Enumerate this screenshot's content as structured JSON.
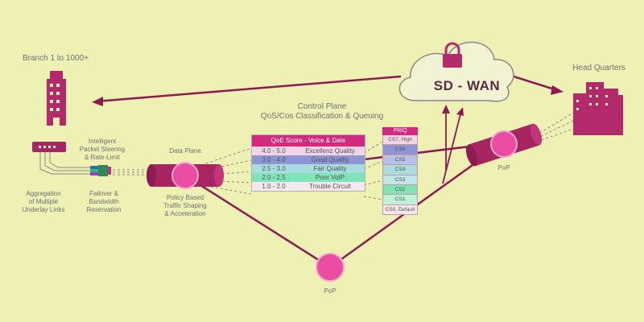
{
  "labels": {
    "branch": "Branch 1 to 1000+",
    "head_quarters": "Head Quarters",
    "sd_wan": "SD - WAN",
    "control_plane": "Control Plane",
    "qos": "QoS/Cos Classification & Queuing",
    "intelligent_1": "Intelligent",
    "intelligent_2": "Packet Steering",
    "intelligent_3": "& Rate-Limit",
    "data_plane": "Data Plane",
    "aggregation_1": "Aggregation",
    "aggregation_2": "of Multiple",
    "aggregation_3": "Underlay Links",
    "failover_1": "Failover &",
    "failover_2": "Bandwidth",
    "failover_3": "Reservation",
    "policy_1": "Policy Based",
    "policy_2": "Traffic Shaping",
    "policy_3": "& Acceleration",
    "pop_right": "PoP",
    "pop_bottom": "PoP"
  },
  "qoe_table": {
    "title": "QoE Score - Voice & Date",
    "rows": [
      {
        "range": "4.0 - 5.0",
        "quality": "Excellenz Quality",
        "color": "#f3d3e6"
      },
      {
        "range": "3.0 - 4.0",
        "quality": "Good Quality",
        "color": "#8e95d4"
      },
      {
        "range": "2.5 - 3.0",
        "quality": "Fair Quality",
        "color": "#a8dde0"
      },
      {
        "range": "2.0 - 2.5",
        "quality": "Poor VoIP",
        "color": "#7fe3b8"
      },
      {
        "range": "1.0 - 2.0",
        "quality": "Trouble Circuit",
        "color": "#f6e7ee"
      }
    ]
  },
  "priq": {
    "title": "PRIQ",
    "cells": [
      {
        "label": "CS7, High",
        "color": "#f3d3e6"
      },
      {
        "label": "CS6",
        "color": "#8e95d4"
      },
      {
        "label": "CS5",
        "color": "#b8c0ea"
      },
      {
        "label": "CS4",
        "color": "#a8dde0"
      },
      {
        "label": "CS3",
        "color": "#bfe7ea"
      },
      {
        "label": "CS2",
        "color": "#7fe3b8"
      },
      {
        "label": "CS1",
        "color": "#bff0d8"
      },
      {
        "label": "CS0, Default",
        "color": "#f6e7ee"
      }
    ]
  },
  "colors": {
    "accent": "#d22a7e",
    "line": "#8e1a55",
    "building": "#b22a6a",
    "pop": "#e94ca0",
    "background": "#eef0b4"
  }
}
